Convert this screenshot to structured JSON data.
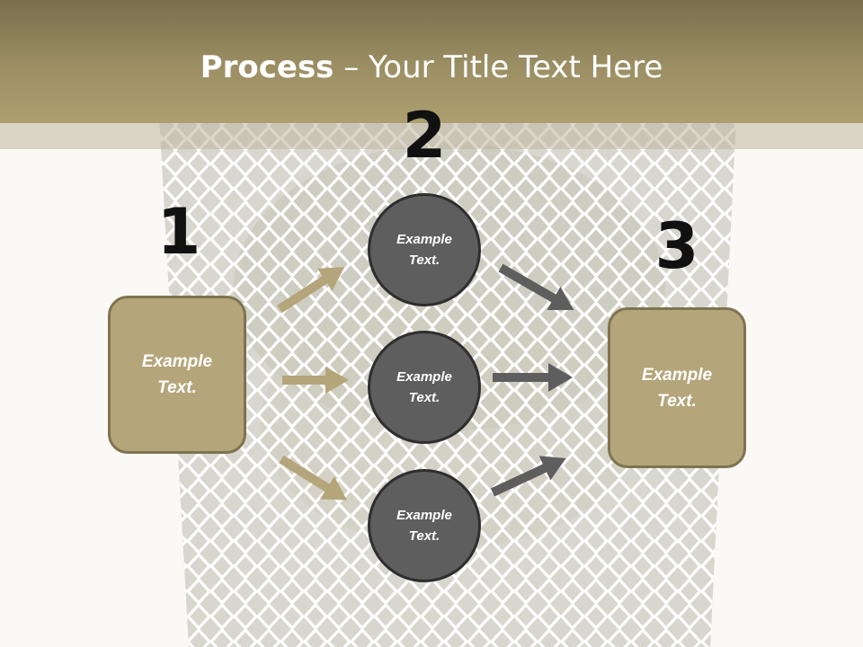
{
  "slide": {
    "title_bold": "Process",
    "title_rest": " – Your Title Text Here",
    "colors": {
      "header": "#9c8f64",
      "box_fill": "#b5a57a",
      "box_border": "#7f7350",
      "circle_fill": "#5e5e5e",
      "tan_arrow": "#b5a57a",
      "gray_arrow": "#5e5e5e"
    }
  },
  "steps": [
    {
      "number": "1",
      "text": "Example Text."
    },
    {
      "number": "2",
      "text": "Example Text."
    },
    {
      "number": "3",
      "text": "Example Text."
    }
  ],
  "middle_circles": [
    {
      "text": "Example Text."
    },
    {
      "text": "Example Text."
    },
    {
      "text": "Example Text."
    }
  ],
  "background_picture": "wire-mesh-wastebasket"
}
